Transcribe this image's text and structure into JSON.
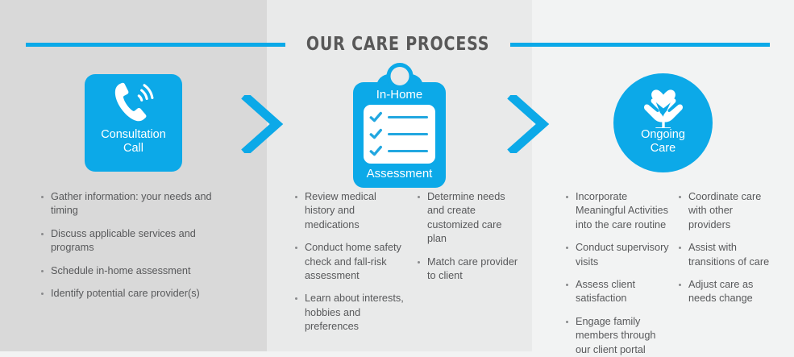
{
  "header": {
    "title": "OUR CARE PROCESS",
    "accent_color": "#0aa9e8",
    "title_color": "#585858"
  },
  "theme": {
    "brand_blue": "#0ca9e8",
    "panel_1_bg": "#d9d9d9",
    "panel_2_bg": "#e9eaea",
    "panel_3_bg": "#f2f3f3",
    "text_color": "#58595b"
  },
  "steps": [
    {
      "id": "consultation-call",
      "icon": "phone-call-icon",
      "badge_shape": "rounded-square",
      "label_line_1": "Consultation",
      "label_line_2": "Call",
      "bullet_groups": [
        {
          "items": [
            "Gather information: your needs and timing",
            "Discuss applicable services and programs",
            "Schedule in-home assessment",
            "Identify potential care provider(s)"
          ]
        }
      ]
    },
    {
      "id": "in-home-assessment",
      "icon": "clipboard-checklist-icon",
      "badge_shape": "clipboard",
      "label_line_1": "In-Home",
      "label_line_2": "Assessment",
      "bullet_groups": [
        {
          "items": [
            "Review medical history and medications",
            "Conduct home safety check and fall-risk assessment",
            "Learn about interests, hobbies and preferences"
          ]
        },
        {
          "items": [
            "Determine needs and create customized care plan",
            "Match care provider to client"
          ]
        }
      ]
    },
    {
      "id": "ongoing-care",
      "icon": "hands-holding-heart-icon",
      "badge_shape": "circle",
      "label_line_1": "Ongoing",
      "label_line_2": "Care",
      "bullet_groups": [
        {
          "items": [
            "Incorporate Meaningful Activities into the care routine",
            "Conduct supervisory visits",
            "Assess client satisfaction",
            "Engage family members through our client portal"
          ]
        },
        {
          "items": [
            "Coordinate care with other providers",
            "Assist with transitions of care",
            "Adjust care as needs change"
          ]
        }
      ]
    }
  ],
  "connectors": [
    {
      "id": "chevron-1",
      "glyph": "chevron-right-icon"
    },
    {
      "id": "chevron-2",
      "glyph": "chevron-right-icon"
    }
  ]
}
